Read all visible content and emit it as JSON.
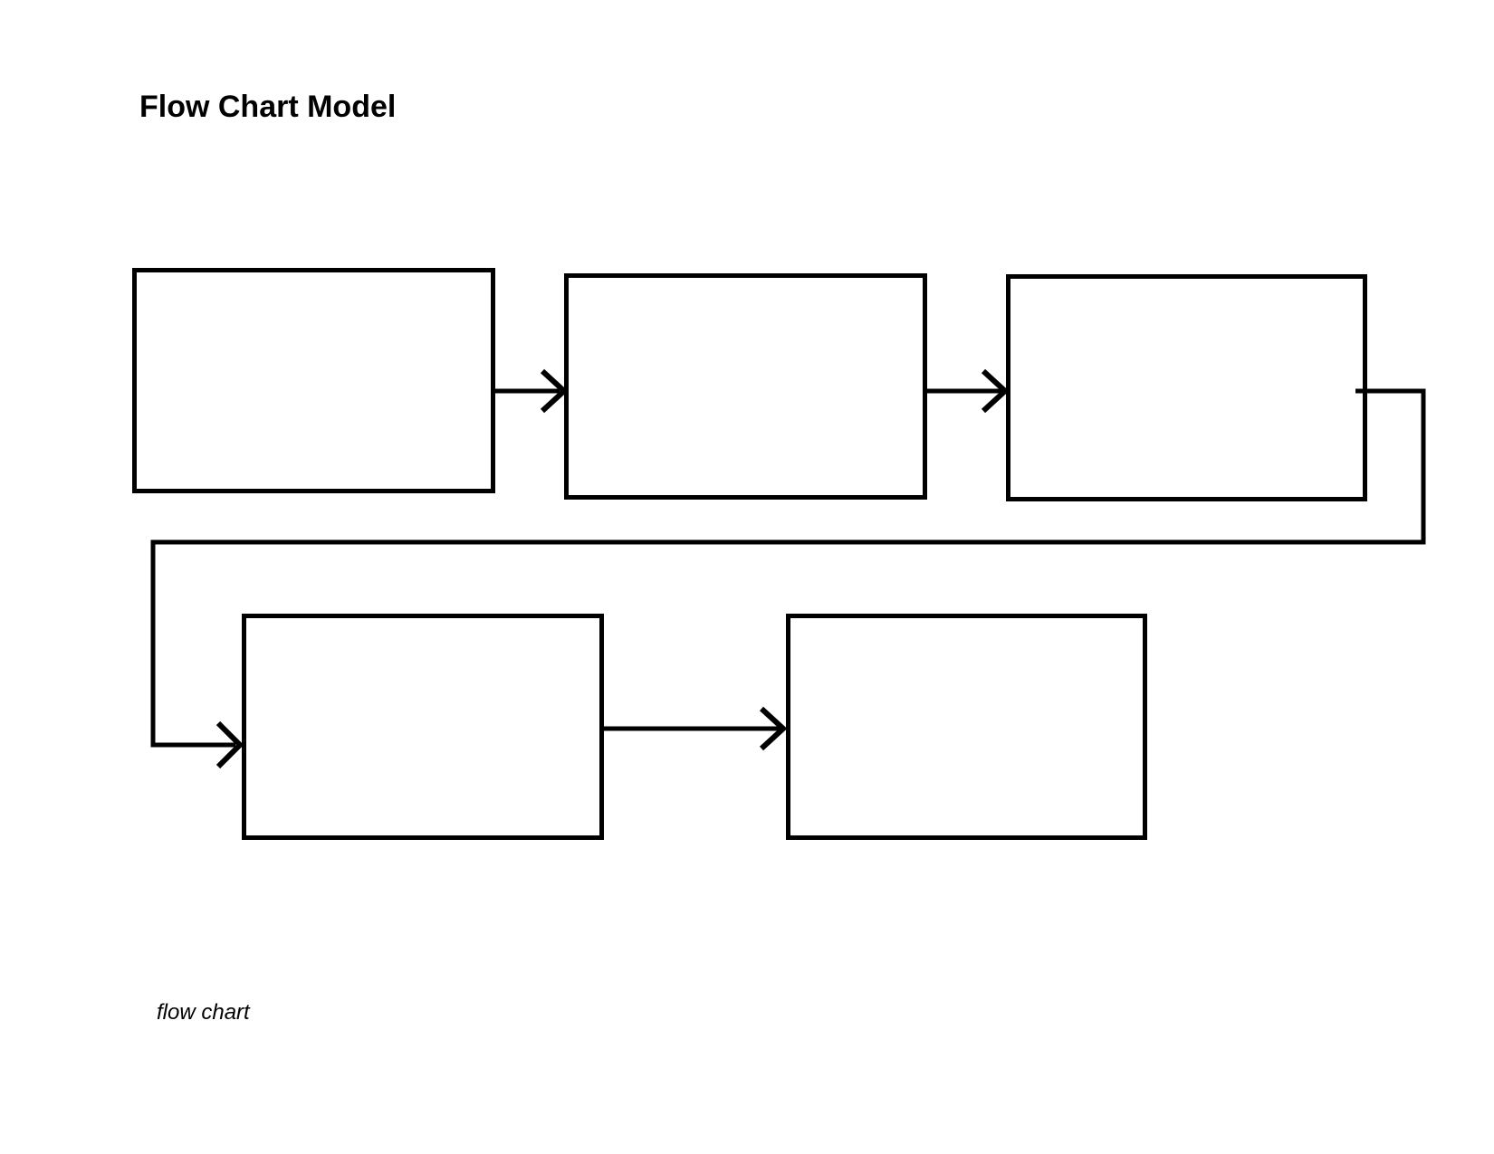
{
  "page": {
    "title": "Flow Chart Model",
    "caption": "flow chart",
    "background_color": "#ffffff",
    "line_color": "#000000"
  },
  "diagram": {
    "type": "flowchart",
    "description": "Five empty rectangular process boxes connected left-to-right in two rows; an elbow connector wraps from the end of the top row down and around to the start of the bottom row.",
    "boxes": [
      {
        "id": "step-1",
        "label": "",
        "row": 1
      },
      {
        "id": "step-2",
        "label": "",
        "row": 1
      },
      {
        "id": "step-3",
        "label": "",
        "row": 1
      },
      {
        "id": "step-4",
        "label": "",
        "row": 2
      },
      {
        "id": "step-5",
        "label": "",
        "row": 2
      }
    ],
    "connections": [
      {
        "from": "step-1",
        "to": "step-2",
        "style": "straight-arrow"
      },
      {
        "from": "step-2",
        "to": "step-3",
        "style": "straight-arrow"
      },
      {
        "from": "step-3",
        "to": "step-4",
        "style": "elbow-arrow"
      },
      {
        "from": "step-4",
        "to": "step-5",
        "style": "straight-arrow"
      }
    ]
  }
}
